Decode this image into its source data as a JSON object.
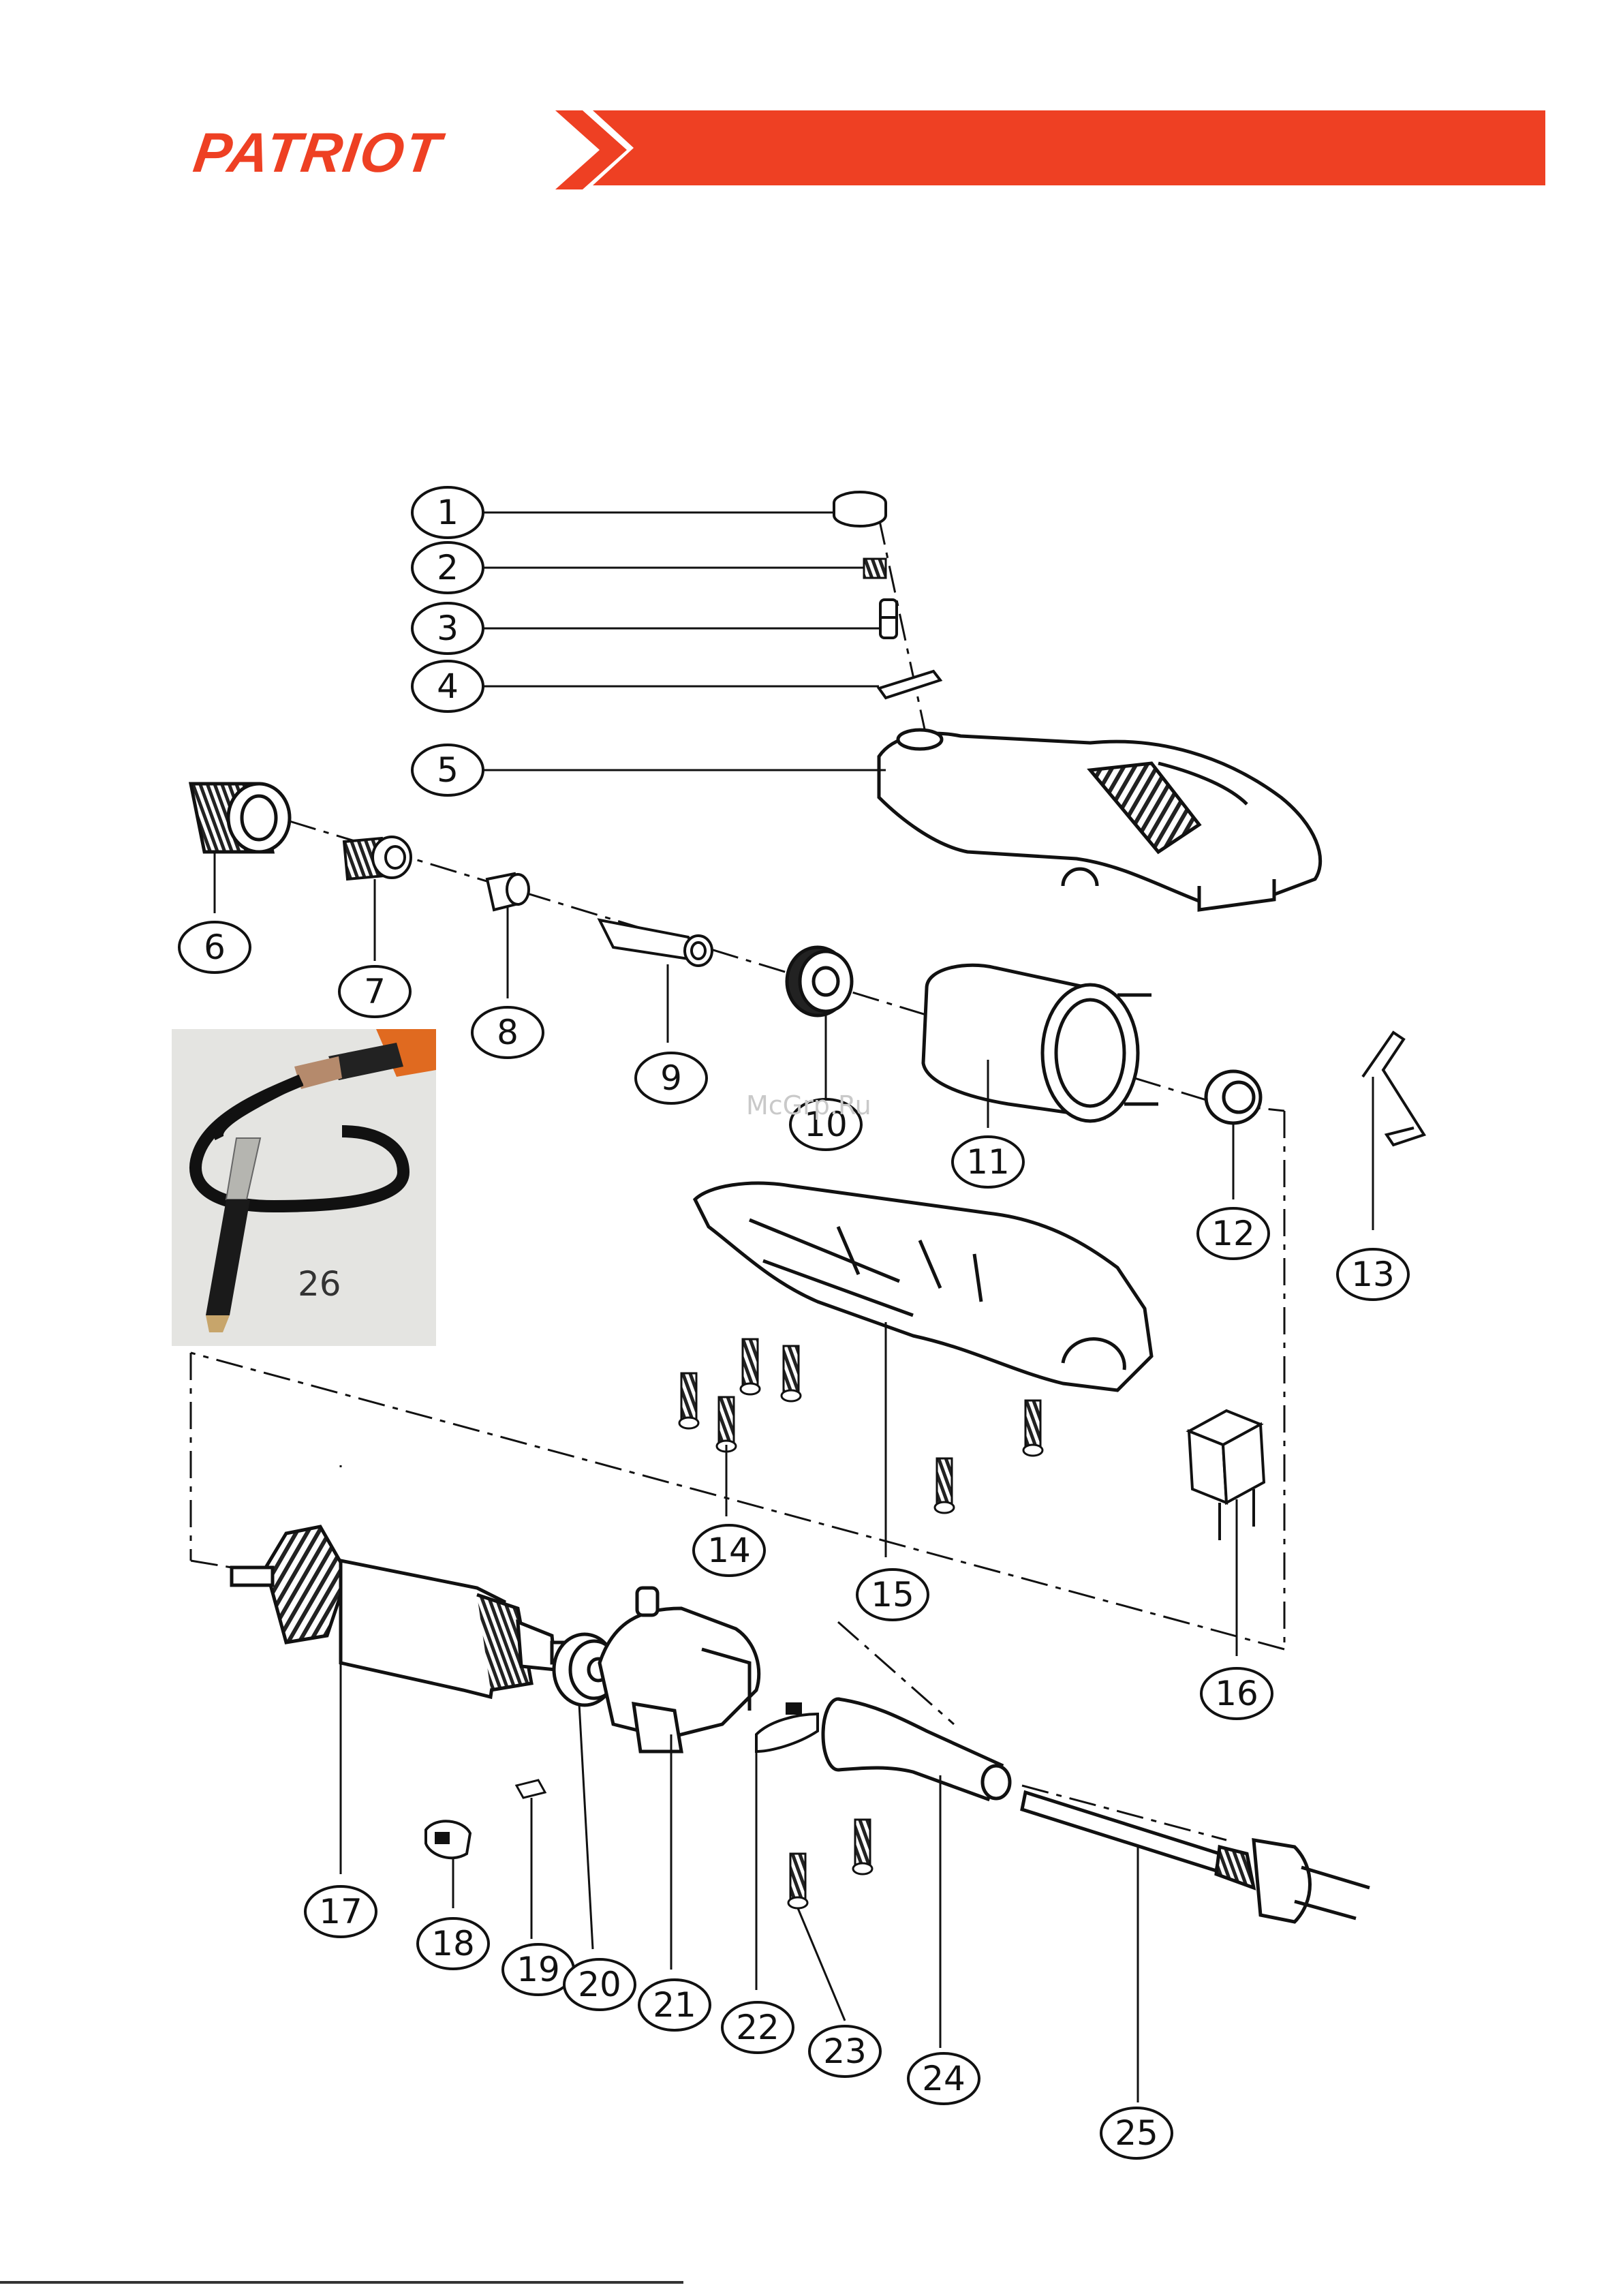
{
  "brand": {
    "name": "PATRIOT",
    "accent_color": "#ee4023"
  },
  "watermark": "McGrp.Ru",
  "parts": [
    {
      "number": "1"
    },
    {
      "number": "2"
    },
    {
      "number": "3"
    },
    {
      "number": "4"
    },
    {
      "number": "5"
    },
    {
      "number": "6"
    },
    {
      "number": "7"
    },
    {
      "number": "8"
    },
    {
      "number": "9"
    },
    {
      "number": "10"
    },
    {
      "number": "11"
    },
    {
      "number": "12"
    },
    {
      "number": "13"
    },
    {
      "number": "14"
    },
    {
      "number": "15"
    },
    {
      "number": "16"
    },
    {
      "number": "17"
    },
    {
      "number": "18"
    },
    {
      "number": "19"
    },
    {
      "number": "20"
    },
    {
      "number": "21"
    },
    {
      "number": "22"
    },
    {
      "number": "23"
    },
    {
      "number": "24"
    },
    {
      "number": "25"
    },
    {
      "number": "26"
    }
  ]
}
